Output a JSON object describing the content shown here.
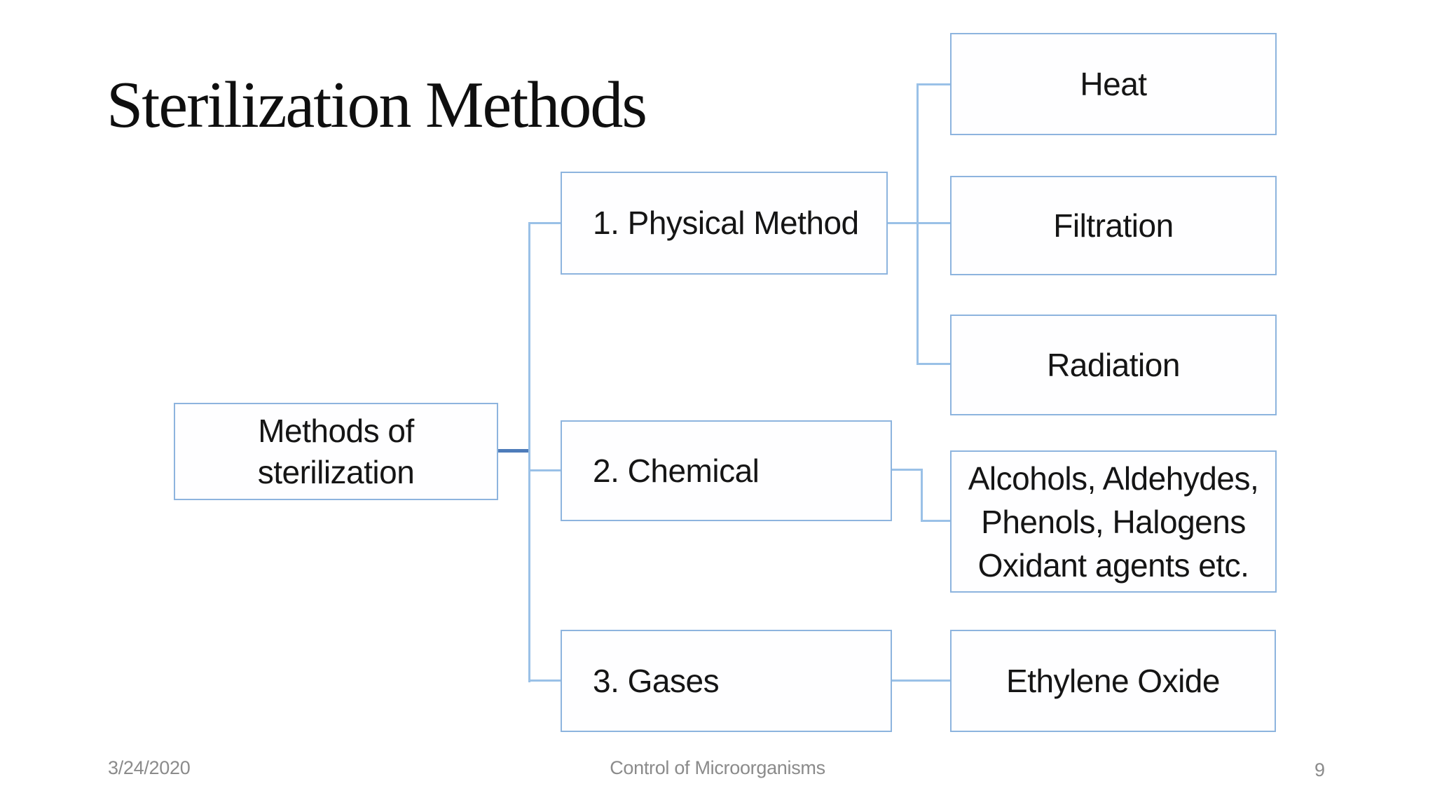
{
  "slide": {
    "title": "Sterilization Methods",
    "colors": {
      "background": "#ffffff",
      "box_fill": "#fefeff",
      "box_border": "#8db4de",
      "connector": "#9ac1e7",
      "connector_strong": "#4e7cba",
      "text": "#151515",
      "footer_text": "#8b8b8b"
    },
    "diagram": {
      "root": {
        "lines": [
          "Methods of",
          "sterilization"
        ]
      },
      "level1": [
        {
          "id": "physical",
          "label": "1. Physical Method"
        },
        {
          "id": "chemical",
          "label": "2. Chemical"
        },
        {
          "id": "gases",
          "label": "3. Gases"
        }
      ],
      "level2": [
        {
          "id": "heat",
          "parent": "physical",
          "label": "Heat"
        },
        {
          "id": "filtration",
          "parent": "physical",
          "label": "Filtration"
        },
        {
          "id": "radiation",
          "parent": "physical",
          "label": "Radiation"
        },
        {
          "id": "chemical-agents",
          "parent": "chemical",
          "lines": [
            "Alcohols, Aldehydes,",
            "Phenols, Halogens",
            "Oxidant agents etc."
          ]
        },
        {
          "id": "ethylene-oxide",
          "parent": "gases",
          "label": "Ethylene Oxide"
        }
      ]
    },
    "footer": {
      "date": "3/24/2020",
      "center": "Control of Microorganisms",
      "page_number": "9"
    }
  }
}
